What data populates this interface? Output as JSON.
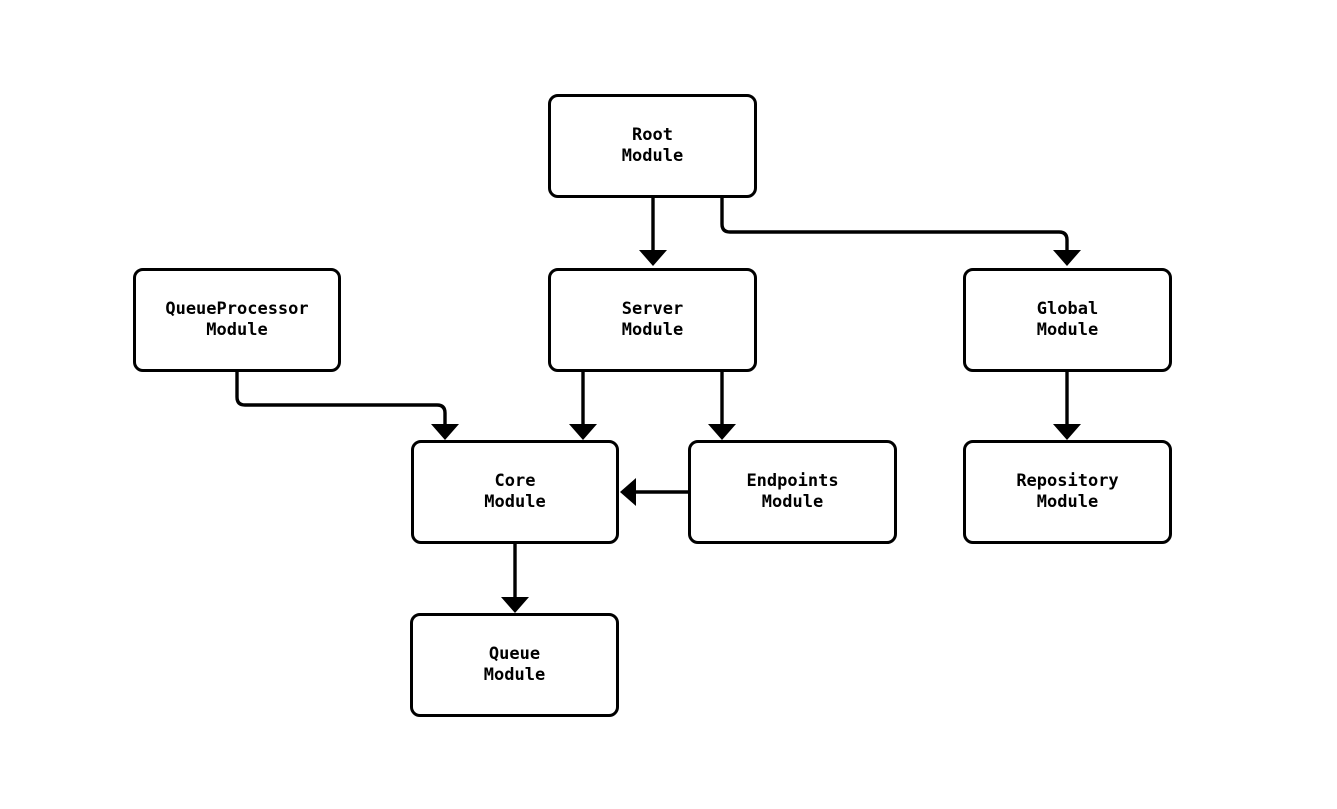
{
  "diagram": {
    "background_color": "#ffffff",
    "stroke_color": "#000000",
    "nodes": {
      "root": {
        "label": "Root\nModule"
      },
      "queue_processor": {
        "label": "QueueProcessor\nModule"
      },
      "server": {
        "label": "Server\nModule"
      },
      "global": {
        "label": "Global\nModule"
      },
      "core": {
        "label": "Core\nModule"
      },
      "endpoints": {
        "label": "Endpoints\nModule"
      },
      "repository": {
        "label": "Repository\nModule"
      },
      "queue": {
        "label": "Queue\nModule"
      }
    },
    "edges": [
      {
        "from": "Root Module",
        "to": "Server Module"
      },
      {
        "from": "Root Module",
        "to": "Global Module"
      },
      {
        "from": "QueueProcessor Module",
        "to": "Core Module"
      },
      {
        "from": "Server Module",
        "to": "Core Module"
      },
      {
        "from": "Server Module",
        "to": "Endpoints Module"
      },
      {
        "from": "Endpoints Module",
        "to": "Core Module"
      },
      {
        "from": "Global Module",
        "to": "Repository Module"
      },
      {
        "from": "Core Module",
        "to": "Queue Module"
      }
    ]
  }
}
